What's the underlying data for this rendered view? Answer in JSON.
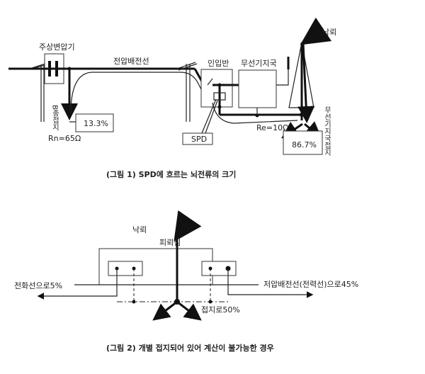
{
  "figure1": {
    "transformer_label": "주상변압기",
    "line_label": "전압배전선",
    "panel_label": "인입반",
    "station_label": "무선기지국",
    "lightning_label": "낙뢰",
    "b_ground_label": "B종접지",
    "rn_label": "Rn=65Ω",
    "b_ground_percent": "13.3%",
    "spd_label": "SPD",
    "re_label": "Re=10Ω",
    "station_ground_percent": "86.7%",
    "station_ground_label": "무선기지국접지",
    "caption": "(그림 1) SPD에 흐르는 뇌전류의 크기"
  },
  "figure2": {
    "lightning_label": "낙뢰",
    "rod_label": "피뢰침",
    "phone_line_label": "전화선으로5%",
    "power_line_label": "저압배전선(전력선)으로45%",
    "ground_label": "접지로50%",
    "caption": "(그림 2) 개별 접지되어 있어 계산이 불가능한 경우"
  }
}
